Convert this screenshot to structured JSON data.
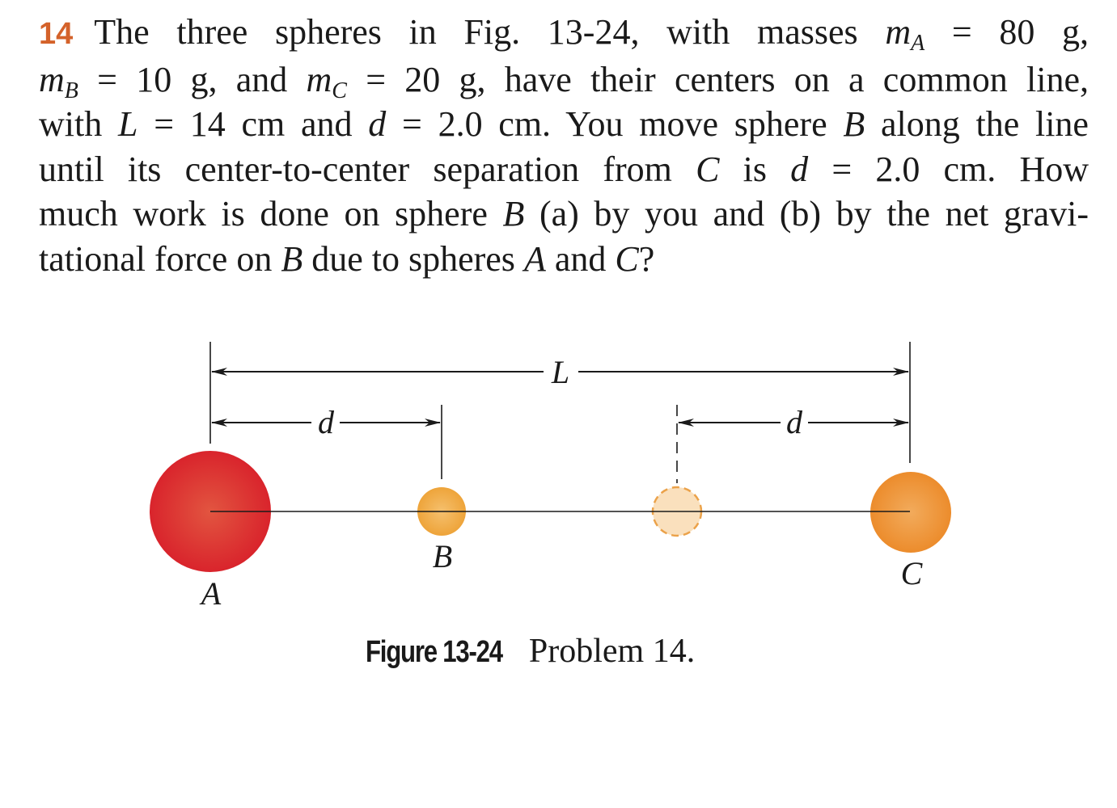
{
  "problem": {
    "number": "14",
    "lines": [
      {
        "t1": "The three spheres in Fig. 13-24, with masses ",
        "var": "m",
        "sub": "A",
        "t2": " = 80 g,"
      },
      {
        "var1": "m",
        "sub1": "B",
        "t1": " = 10 g, and ",
        "var2": "m",
        "sub2": "C",
        "t2": " = 20 g, have their centers on a common line,"
      },
      {
        "t1": "with ",
        "v1": "L",
        "t2": " = 14 cm and ",
        "v2": "d",
        "t3": " = 2.0 cm. You move sphere ",
        "v3": "B",
        "t4": " along the line"
      },
      {
        "t1": "until its center-to-center separation from ",
        "v1": "C",
        "t2": " is ",
        "v2": "d",
        "t3": " = 2.0 cm. How"
      },
      {
        "t1": "much work is done on sphere ",
        "v1": "B",
        "t2": " (a) by you and (b) by the net gravi-"
      },
      {
        "t1": "tational force on ",
        "v1": "B",
        "t2": " due to spheres ",
        "v2": "A",
        "t3": " and ",
        "v3": "C",
        "t4": "?"
      }
    ]
  },
  "figure": {
    "labels": {
      "L": "L",
      "d_left": "d",
      "d_right": "d",
      "A": "A",
      "B": "B",
      "C": "C"
    },
    "colors": {
      "sphere_A": "#d9282e",
      "sphere_B": "#f0a53c",
      "sphere_C": "#ee8f2e",
      "ghost_B_fill": "#fae0bd",
      "ghost_B_stroke": "#eba24a",
      "accent": "#d4622a"
    },
    "caption_label": "Figure 13-24",
    "caption_text": "Problem 14."
  }
}
